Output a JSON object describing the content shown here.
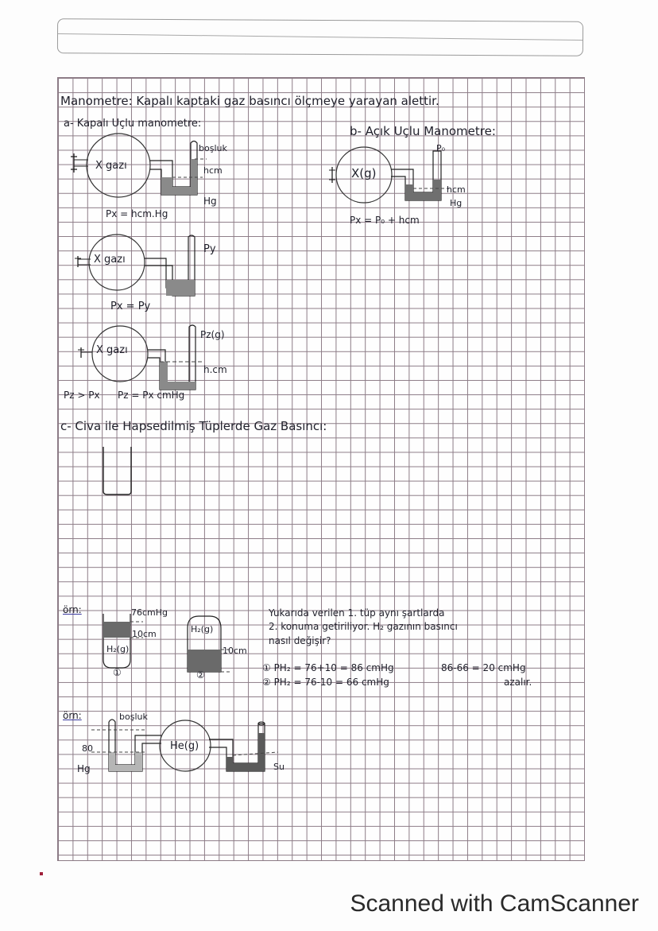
{
  "page": {
    "title_line": "Manometre: Kapalı kaptaki gaz basıncı ölçmeye yarayan alettir.",
    "footer": "Scanned with CamScanner"
  },
  "section_a": {
    "heading": "a- Kapalı Uçlu manometre:",
    "diagram1": {
      "gas": "X gazı",
      "label_top": "boşluk",
      "label_h": "hcm",
      "label_liquid": "Hg",
      "formula": "Px = hcm.Hg"
    },
    "diagram2": {
      "gas": "X gazı",
      "label_top": "Py",
      "formula": "Px = Py"
    },
    "diagram3": {
      "gas": "X gazı",
      "label_top": "Pz(g)",
      "label_h": "h.cm",
      "formula1": "Pz > Px",
      "formula2": "Pz = Px cmHg"
    }
  },
  "section_b": {
    "heading": "b- Açık Uçlu Manometre:",
    "diagram": {
      "gas": "X(g)",
      "label_top": "P₀",
      "label_h": "hcm",
      "label_liquid": "Hg",
      "formula": "Px = P₀ + hcm"
    }
  },
  "section_c": {
    "heading": "c- Civa ile Hapsedilmiş Tüplerde Gaz Basıncı:"
  },
  "example1": {
    "label": "örn:",
    "tube1": {
      "pressure": "76cmHg",
      "height": "10cm",
      "gas": "H₂(g)",
      "number": "①"
    },
    "tube2": {
      "gas": "H₂(g)",
      "height": "10cm",
      "number": "②"
    },
    "question": [
      "Yukarıda verilen 1. tüp aynı şartlarda",
      "2. konuma getiriliyor. H₂ gazının basıncı",
      "nasıl değişir?"
    ],
    "answer": [
      "① PH₂ = 76+10 = 86 cmHg",
      "② PH₂ = 76-10 = 66 cmHg"
    ],
    "result": [
      "86-66 = 20 cmHg",
      "azalır."
    ]
  },
  "example2": {
    "label": "örn:",
    "gas": "He(g)",
    "label_top": "boşluk",
    "label_h": "80",
    "label_left_liquid": "Hg",
    "label_right_liquid": "Su"
  }
}
